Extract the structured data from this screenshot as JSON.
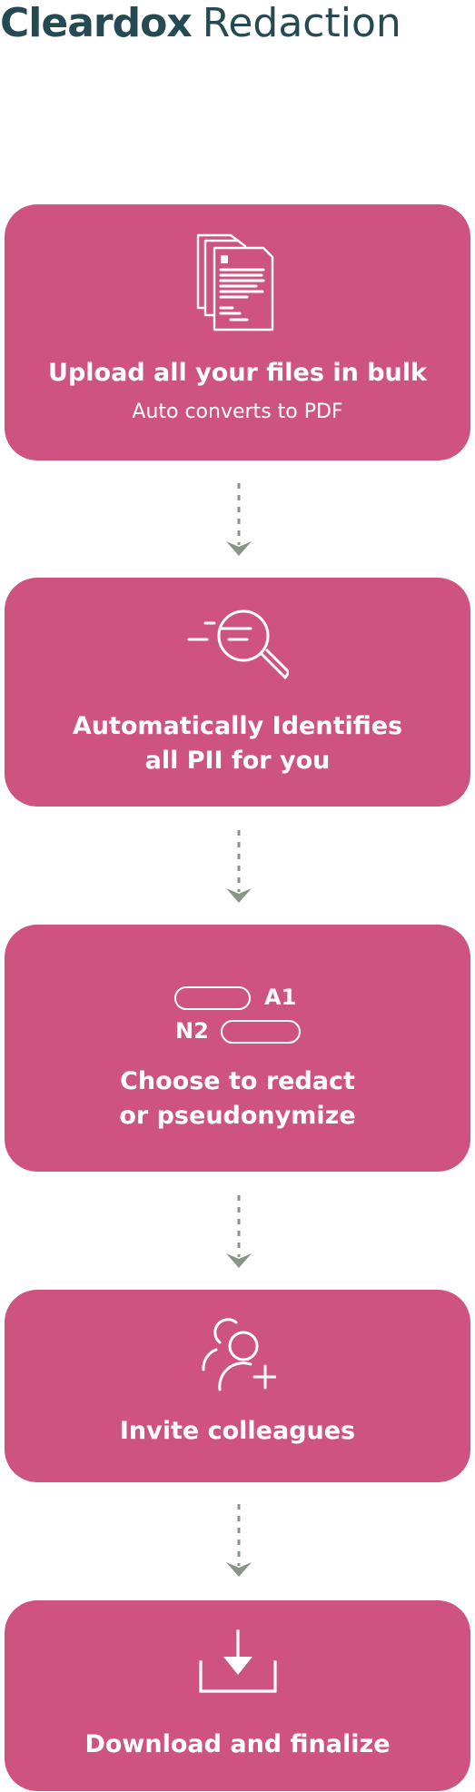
{
  "header": {
    "brand": "Cleardox",
    "product": "Redaction"
  },
  "colors": {
    "brand_text": "#264a54",
    "card_bg": "#cf5380",
    "connector": "#8a9489"
  },
  "steps": [
    {
      "icon": "documents-stack-icon",
      "title": "Upload all your files in bulk",
      "subtitle": "Auto converts to PDF"
    },
    {
      "icon": "search-magnifier-icon",
      "title_line1": "Automatically Identifies",
      "title_line2": "all PII for you"
    },
    {
      "icon": "redaction-labels-icon",
      "label_a": "A1",
      "label_b": "N2",
      "title_line1": "Choose to redact",
      "title_line2": "or pseudonymize"
    },
    {
      "icon": "invite-users-icon",
      "title": "Invite colleagues"
    },
    {
      "icon": "download-tray-icon",
      "title": "Download and finalize"
    }
  ]
}
